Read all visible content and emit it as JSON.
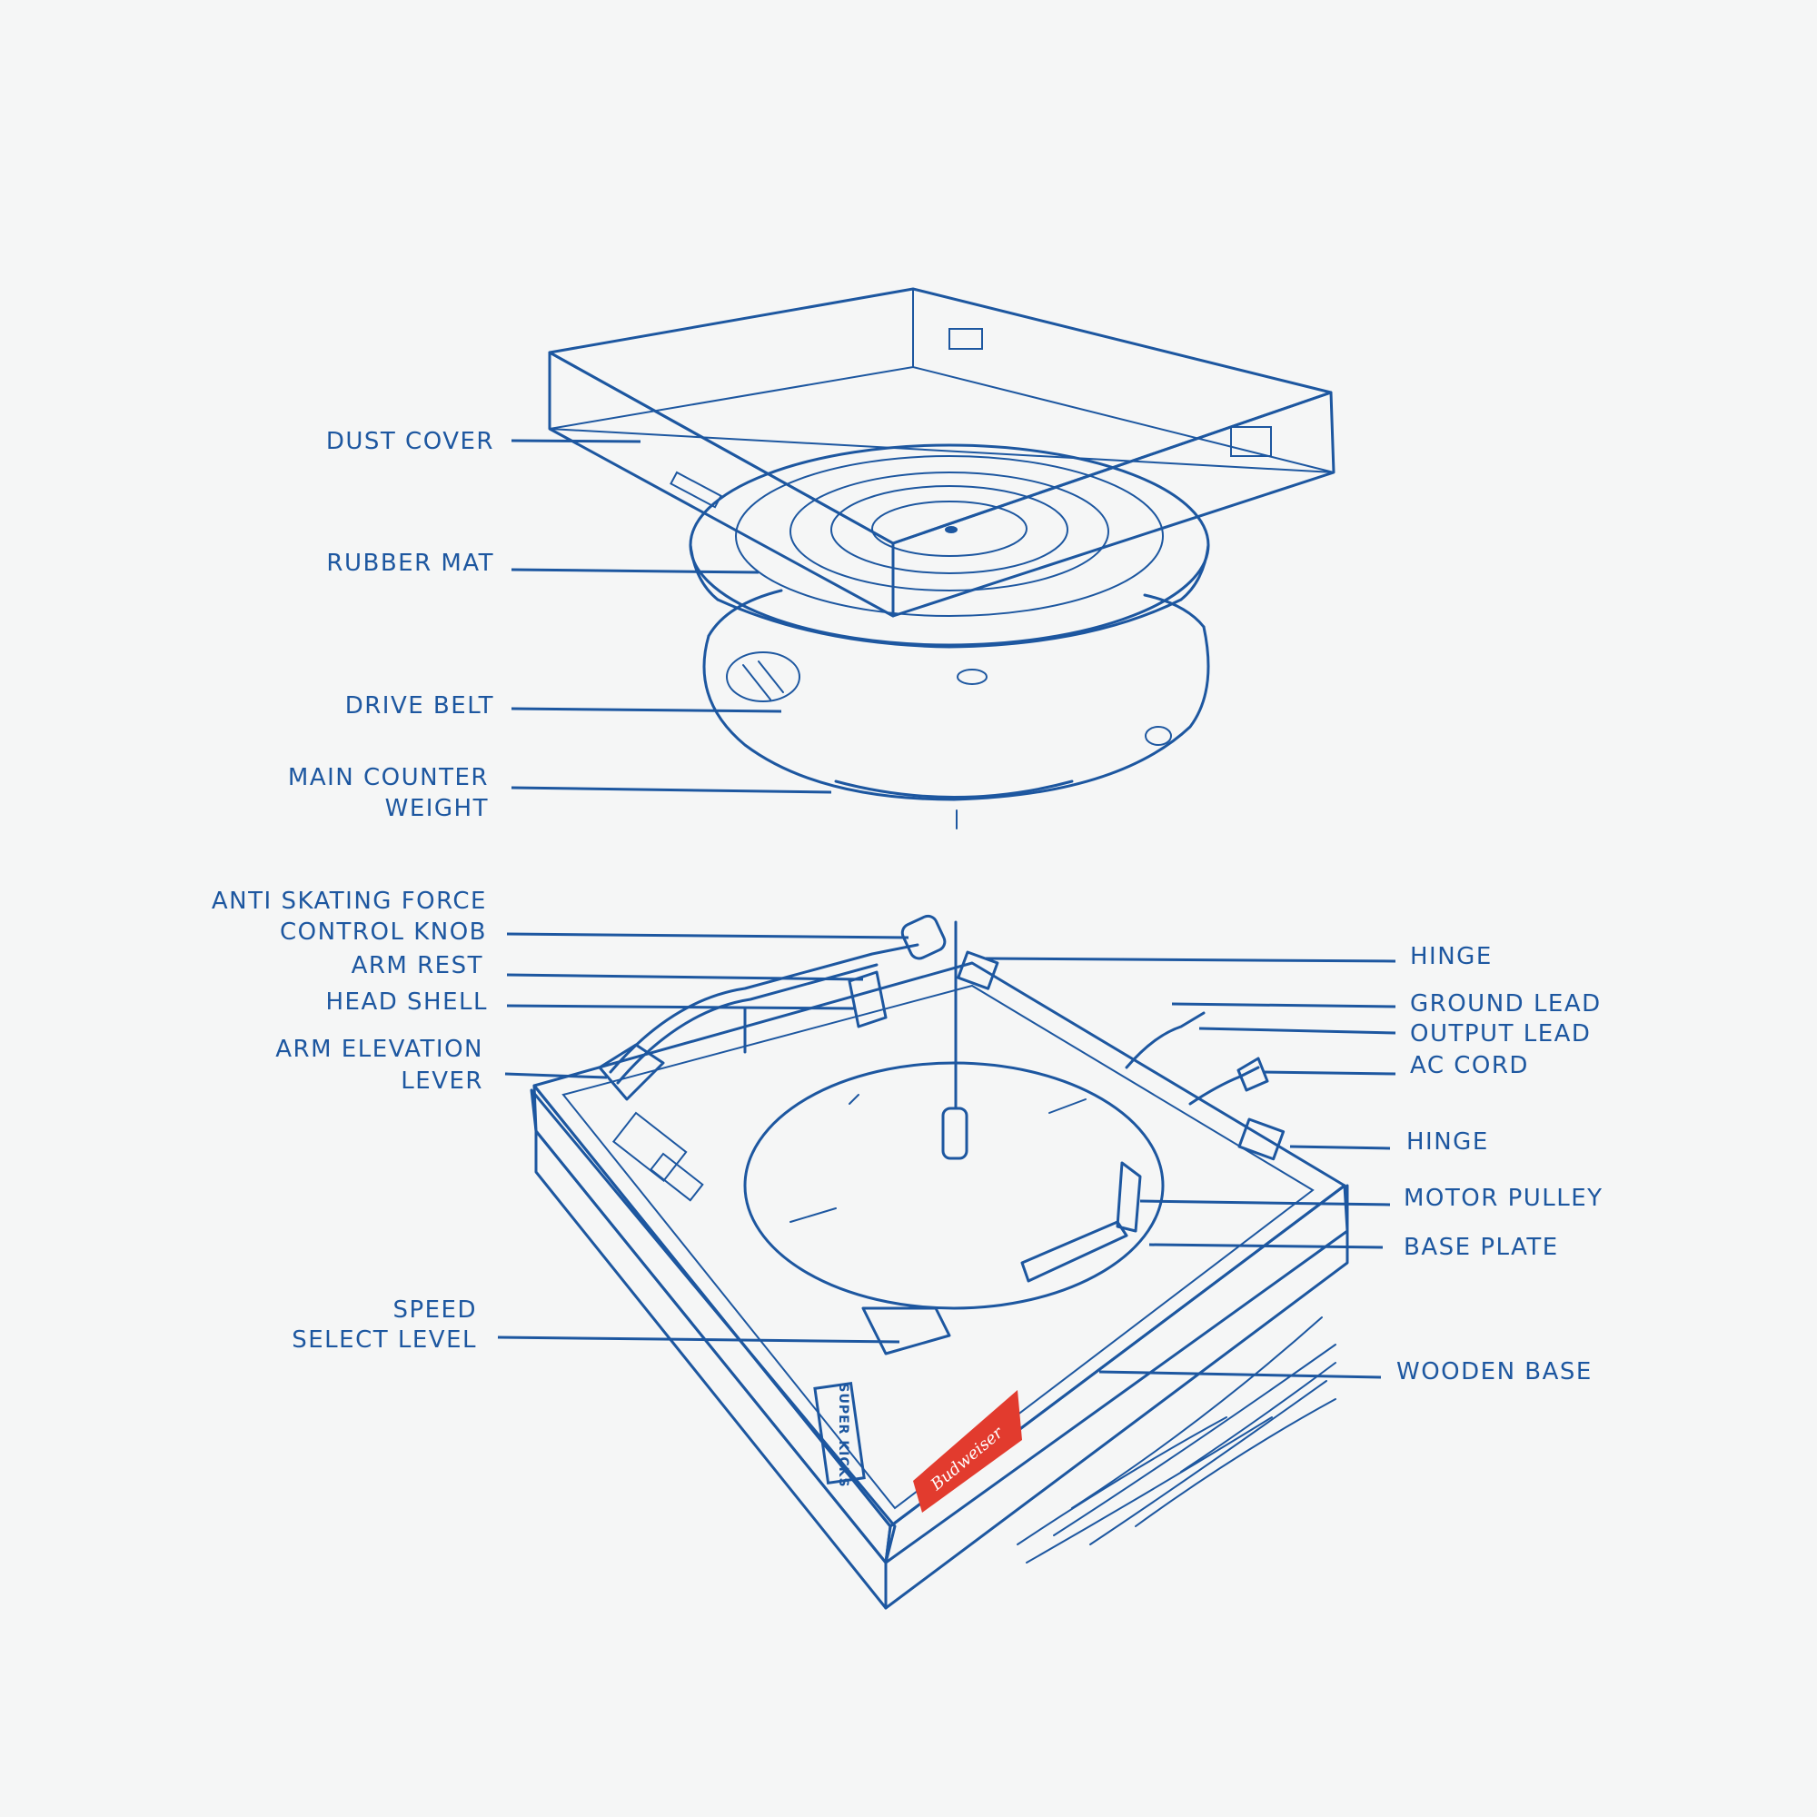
{
  "colors": {
    "ink": "#1d57a0",
    "paper": "#f5f6f6",
    "brand_red": "#e23b2e"
  },
  "labels": {
    "dust_cover": [
      "DUST COVER"
    ],
    "rubber_mat": [
      "RUBBER MAT"
    ],
    "drive_belt": [
      "DRIVE BELT"
    ],
    "main_counter_weight": [
      "MAIN COUNTER",
      "WEIGHT"
    ],
    "anti_skating": [
      "ANTI SKATING FORCE",
      "CONTROL KNOB"
    ],
    "arm_rest": [
      "ARM REST"
    ],
    "head_shell": [
      "HEAD SHELL"
    ],
    "arm_elevation": [
      "ARM ELEVATION",
      "LEVER"
    ],
    "speed_select": [
      "SPEED",
      "SELECT LEVEL"
    ],
    "hinge_top": [
      "HINGE"
    ],
    "ground_lead": [
      "GROUND LEAD"
    ],
    "output_lead": [
      "OUTPUT LEAD"
    ],
    "ac_cord": [
      "AC CORD"
    ],
    "hinge_bottom": [
      "HINGE"
    ],
    "motor_pulley": [
      "MOTOR PULLEY"
    ],
    "base_plate": [
      "BASE PLATE"
    ],
    "wooden_base": [
      "WOODEN BASE"
    ]
  },
  "logos": {
    "badge": "SUPER KICKS",
    "brand": "Budweiser"
  }
}
